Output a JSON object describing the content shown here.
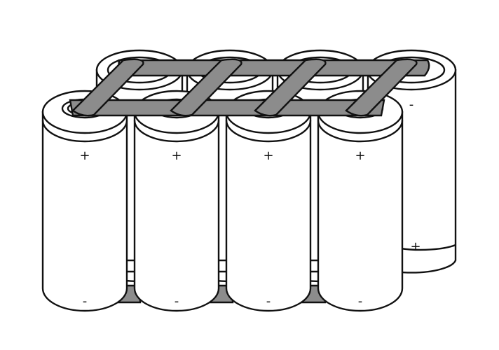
{
  "diagram": {
    "title": "",
    "subject": "8-cell cylindrical battery pack with nickel strip interconnects",
    "colors": {
      "line": "#111111",
      "cell_fill": "#ffffff",
      "strip_fill": "#8c8c8c",
      "background": "#ffffff"
    },
    "front_row": {
      "cells": [
        {
          "top_label": "+",
          "bottom_label": "-"
        },
        {
          "top_label": "+",
          "bottom_label": "-"
        },
        {
          "top_label": "+",
          "bottom_label": "-"
        },
        {
          "top_label": "+",
          "bottom_label": "-"
        }
      ]
    },
    "back_row": {
      "cells": [
        {
          "top_label": "",
          "bottom_label": ""
        },
        {
          "top_label": "",
          "bottom_label": ""
        },
        {
          "top_label": "",
          "bottom_label": ""
        },
        {
          "top_label": "-",
          "bottom_label": "+"
        }
      ]
    },
    "strips": {
      "diagonal_count": 4,
      "horizontal_count": 2
    }
  }
}
